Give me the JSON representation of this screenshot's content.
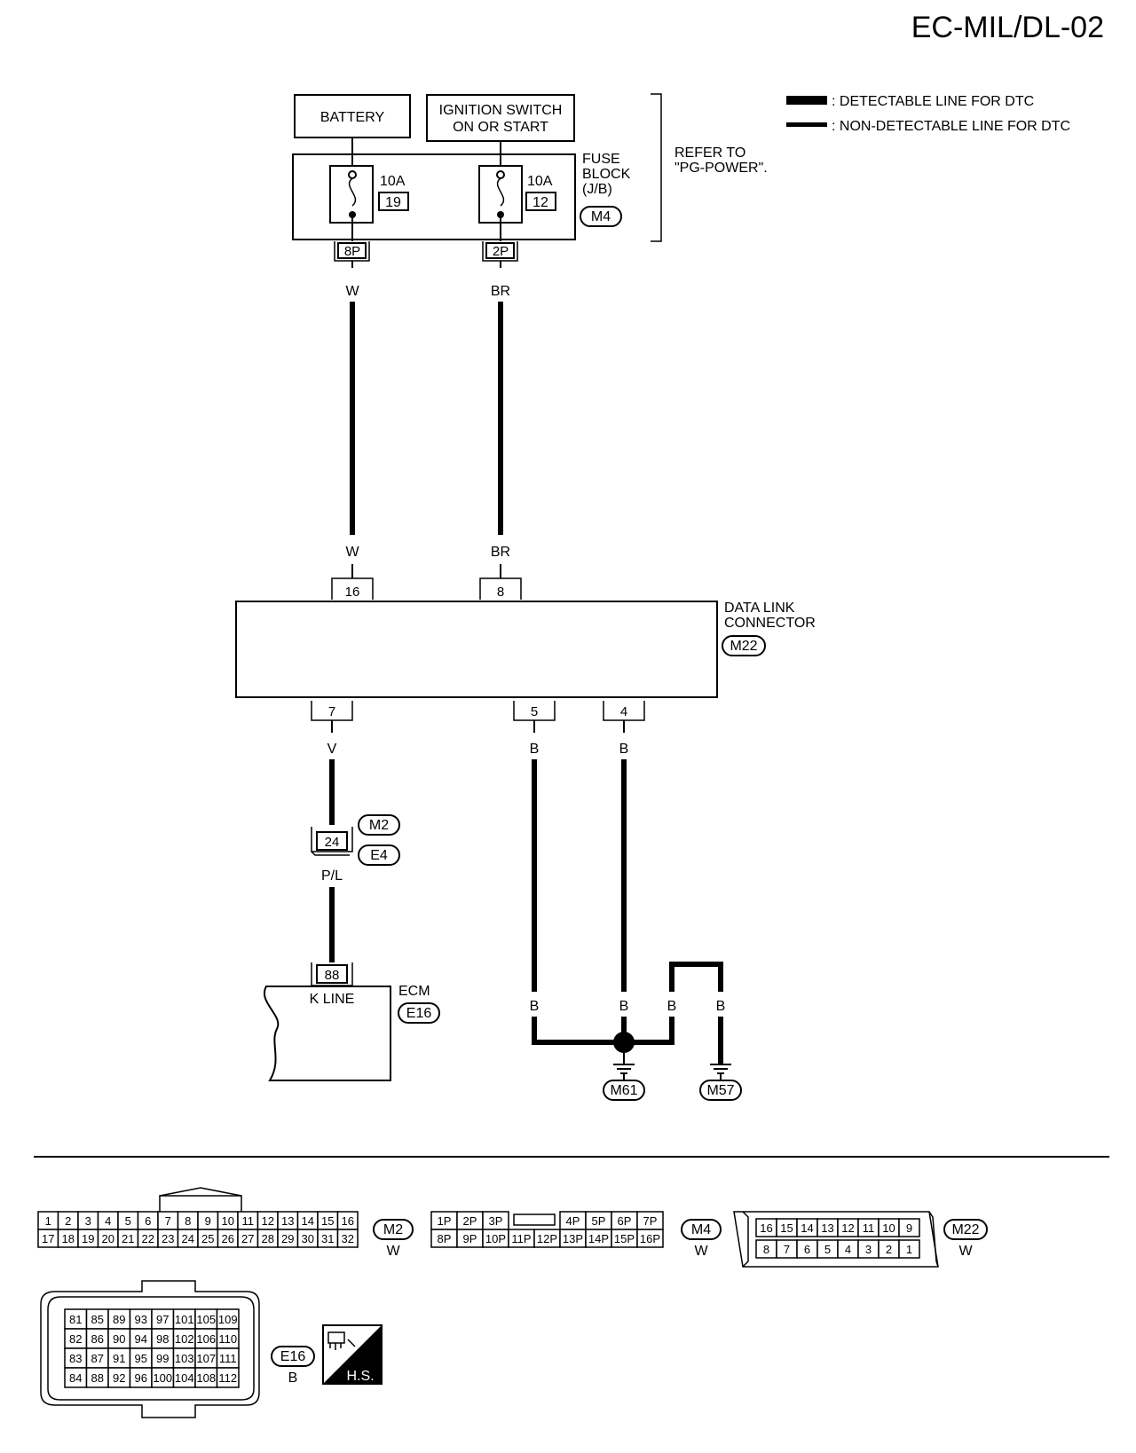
{
  "page_id": "EC-MIL/DL-02",
  "legend": {
    "detectable": ": DETECTABLE LINE FOR DTC",
    "non_detectable": ": NON-DETECTABLE LINE FOR DTC"
  },
  "power": {
    "battery": "BATTERY",
    "ignition_line1": "IGNITION SWITCH",
    "ignition_line2": "ON OR START",
    "fuse_block_line1": "FUSE",
    "fuse_block_line2": "BLOCK",
    "fuse_block_line3": "(J/B)",
    "fuse_block_conn": "M4",
    "refer_line1": "REFER TO",
    "refer_line2": "\"PG-POWER\".",
    "fuse1_rating": "10A",
    "fuse1_number": "19",
    "fuse1_pin": "8P",
    "fuse2_rating": "10A",
    "fuse2_number": "12",
    "fuse2_pin": "2P"
  },
  "wires": {
    "w": "W",
    "br": "BR",
    "v": "V",
    "pl": "P/L",
    "b": "B"
  },
  "dlc": {
    "line1": "DATA LINK",
    "line2": "CONNECTOR",
    "conn": "M22",
    "pin16": "16",
    "pin8": "8",
    "pin7": "7",
    "pin5": "5",
    "pin4": "4"
  },
  "joint": {
    "conn1": "M2",
    "conn2": "E4",
    "pin": "24"
  },
  "ecm": {
    "label": "ECM",
    "conn": "E16",
    "pin": "88",
    "terminal": "K LINE"
  },
  "grounds": {
    "g1": "M61",
    "g2": "M57"
  },
  "connectors": {
    "m2": {
      "id": "M2",
      "color": "W",
      "row1": [
        "1",
        "2",
        "3",
        "4",
        "5",
        "6",
        "7",
        "8",
        "9",
        "10",
        "11",
        "12",
        "13",
        "14",
        "15",
        "16"
      ],
      "row2": [
        "17",
        "18",
        "19",
        "20",
        "21",
        "22",
        "23",
        "24",
        "25",
        "26",
        "27",
        "28",
        "29",
        "30",
        "31",
        "32"
      ]
    },
    "m4": {
      "id": "M4",
      "color": "W",
      "row1": [
        "1P",
        "2P",
        "3P",
        "4P",
        "5P",
        "6P",
        "7P"
      ],
      "row2": [
        "8P",
        "9P",
        "10P",
        "11P",
        "12P",
        "13P",
        "14P",
        "15P",
        "16P"
      ]
    },
    "m22": {
      "id": "M22",
      "color": "W",
      "row1": [
        "16",
        "15",
        "14",
        "13",
        "12",
        "11",
        "10",
        "9"
      ],
      "row2": [
        "8",
        "7",
        "6",
        "5",
        "4",
        "3",
        "2",
        "1"
      ]
    },
    "e16": {
      "id": "E16",
      "color": "B",
      "rows": [
        [
          "81",
          "85",
          "89",
          "93",
          "97",
          "101",
          "105",
          "109"
        ],
        [
          "82",
          "86",
          "90",
          "94",
          "98",
          "102",
          "106",
          "110"
        ],
        [
          "83",
          "87",
          "91",
          "95",
          "99",
          "103",
          "107",
          "111"
        ],
        [
          "84",
          "88",
          "92",
          "96",
          "100",
          "104",
          "108",
          "112"
        ]
      ]
    },
    "hs": "H.S."
  }
}
